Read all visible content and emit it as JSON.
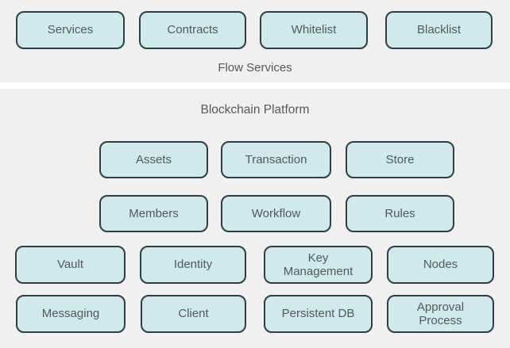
{
  "flow_services": {
    "label": "Flow Services",
    "boxes": [
      {
        "label": "Services"
      },
      {
        "label": "Contracts"
      },
      {
        "label": "Whitelist"
      },
      {
        "label": "Blacklist"
      }
    ]
  },
  "blockchain_platform": {
    "title": "Blockchain Platform",
    "boxes": [
      {
        "label": "Assets"
      },
      {
        "label": "Transaction"
      },
      {
        "label": "Store"
      },
      {
        "label": "Members"
      },
      {
        "label": "Workflow"
      },
      {
        "label": "Rules"
      },
      {
        "label": "Vault"
      },
      {
        "label": "Identity"
      },
      {
        "label": "Key Management"
      },
      {
        "label": "Nodes"
      },
      {
        "label": "Messaging"
      },
      {
        "label": "Client"
      },
      {
        "label": "Persistent DB"
      },
      {
        "label": "Approval Process"
      }
    ]
  },
  "colors": {
    "background": "#f0f0f0",
    "box_fill": "#cfe9ec",
    "box_border": "#2f3e46",
    "text": "#54585b",
    "separator": "#ffffff"
  }
}
